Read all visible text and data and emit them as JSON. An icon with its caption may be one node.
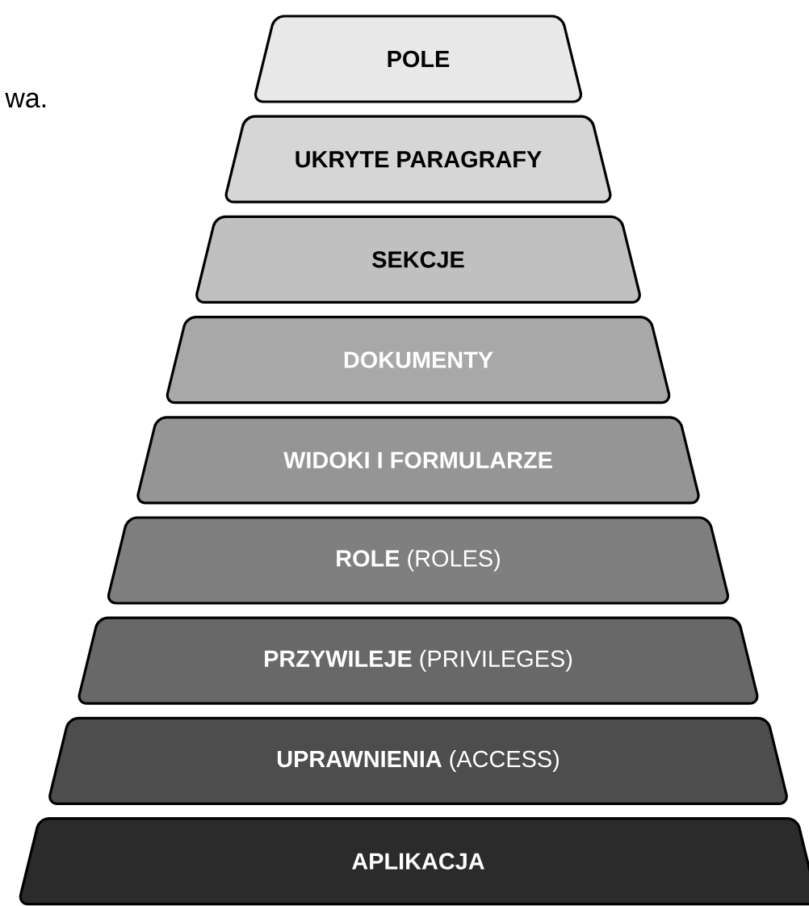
{
  "diagram": {
    "nodes": [
      {
        "text": [
          "POLE"
        ]
      },
      {
        "text": [
          "UKRYTE PARAGRAFY"
        ]
      },
      {
        "text": [
          "SEKCJE"
        ]
      },
      {
        "text": [
          "DOKUMENTY"
        ]
      },
      {
        "text": [
          "WIDOKI I FORMULARZE"
        ]
      },
      {
        "text": [
          "**ROLE** (ROLES)"
        ]
      },
      {
        "text": [
          "**PRZYWILEJE** (PRIVILEGES)"
        ]
      },
      {
        "text": [
          "**UPRAWNIENIA** (ACCESS)"
        ]
      },
      {
        "text": [
          "APLIKACJA"
        ]
      }
    ],
    "labels": [
      "wa."
    ]
  }
}
